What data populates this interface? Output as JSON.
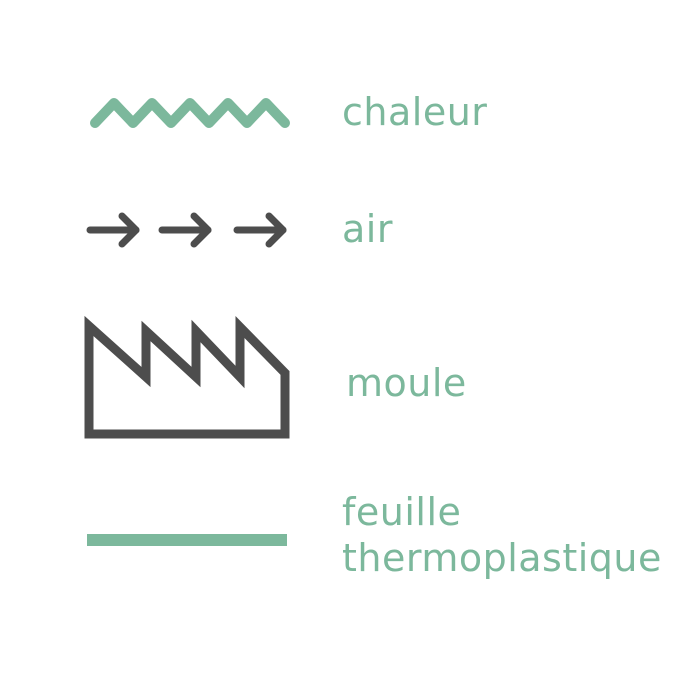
{
  "colors": {
    "accent_green": "#7cb89c",
    "symbol_dark": "#4d4d4d",
    "background": "#ffffff"
  },
  "legend": {
    "items": [
      {
        "id": "heat",
        "icon": "zigzag-wave-icon",
        "icon_color": "#7cb89c",
        "label": "chaleur"
      },
      {
        "id": "air",
        "icon": "three-arrows-icon",
        "icon_color": "#4d4d4d",
        "label": "air"
      },
      {
        "id": "mold",
        "icon": "sawtooth-factory-icon",
        "icon_color": "#4d4d4d",
        "label": "moule"
      },
      {
        "id": "sheet",
        "icon": "flat-line-icon",
        "icon_color": "#7cb89c",
        "label_lines": [
          "feuille",
          "thermoplastique"
        ]
      }
    ]
  }
}
